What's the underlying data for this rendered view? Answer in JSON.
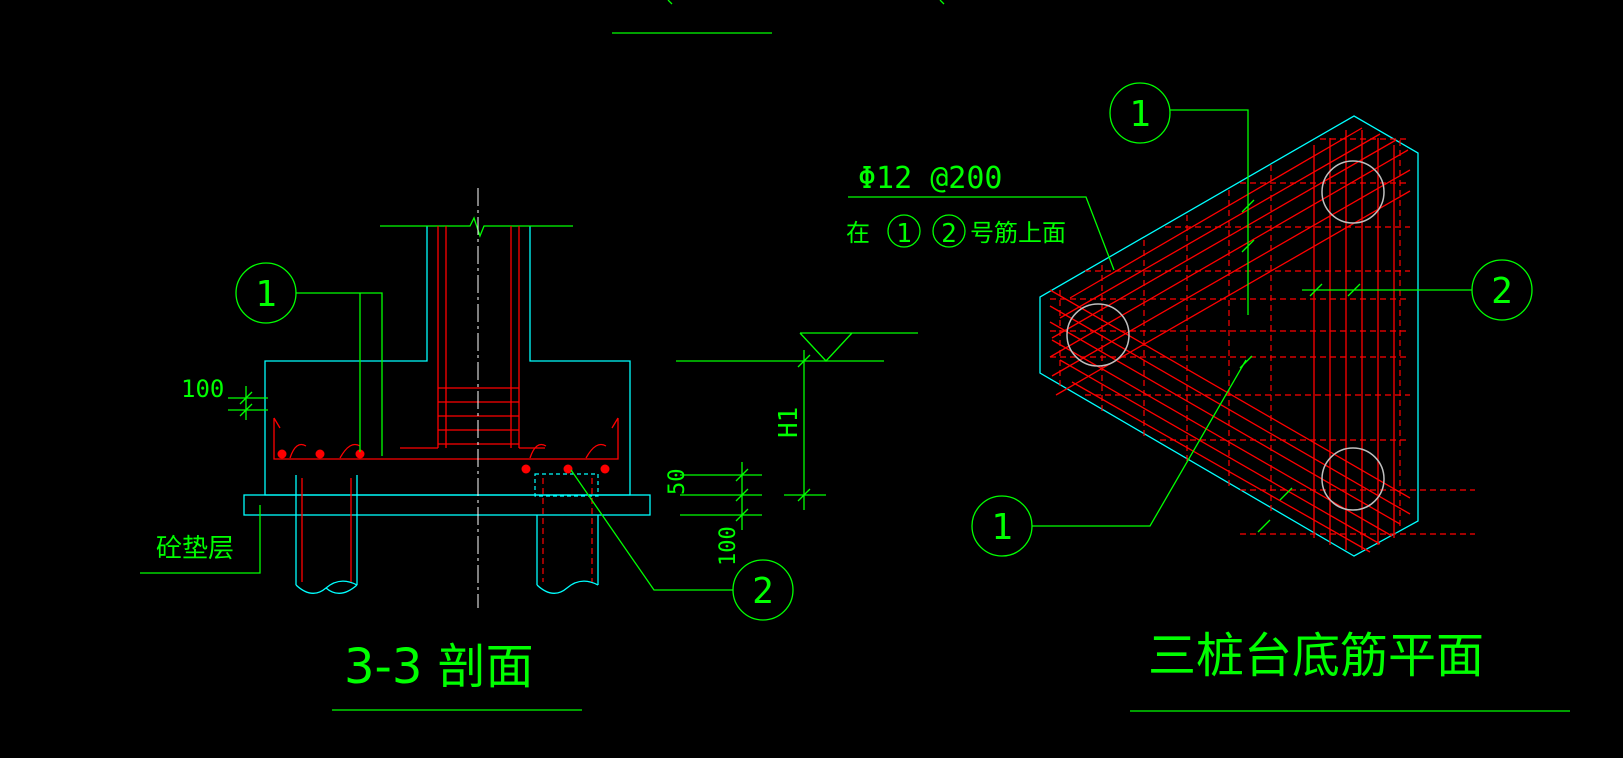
{
  "colors": {
    "background": "#000000",
    "annotation": "#00ff00",
    "concrete_outline": "#00ffff",
    "rebar": "#ff0000",
    "centerline": "#ffffff",
    "pile_circle": "#bfbfbf"
  },
  "section_view": {
    "title": "3-3 剖面",
    "dim_top_cover": "100",
    "dim_cushion": "50",
    "dim_pile_embed": "100",
    "dim_height": "H1",
    "label_cushion": "砼垫层",
    "callout_1": "1",
    "callout_2": "2"
  },
  "plan_view": {
    "title": "三桩台底筋平面",
    "rebar_spec": "Φ12 @200",
    "note_prefix": "在",
    "note_ref_1": "1",
    "note_ref_2": "2",
    "note_suffix": "号筋上面",
    "callout_1_top": "1",
    "callout_2_right": "2",
    "callout_1_bottom": "1"
  }
}
